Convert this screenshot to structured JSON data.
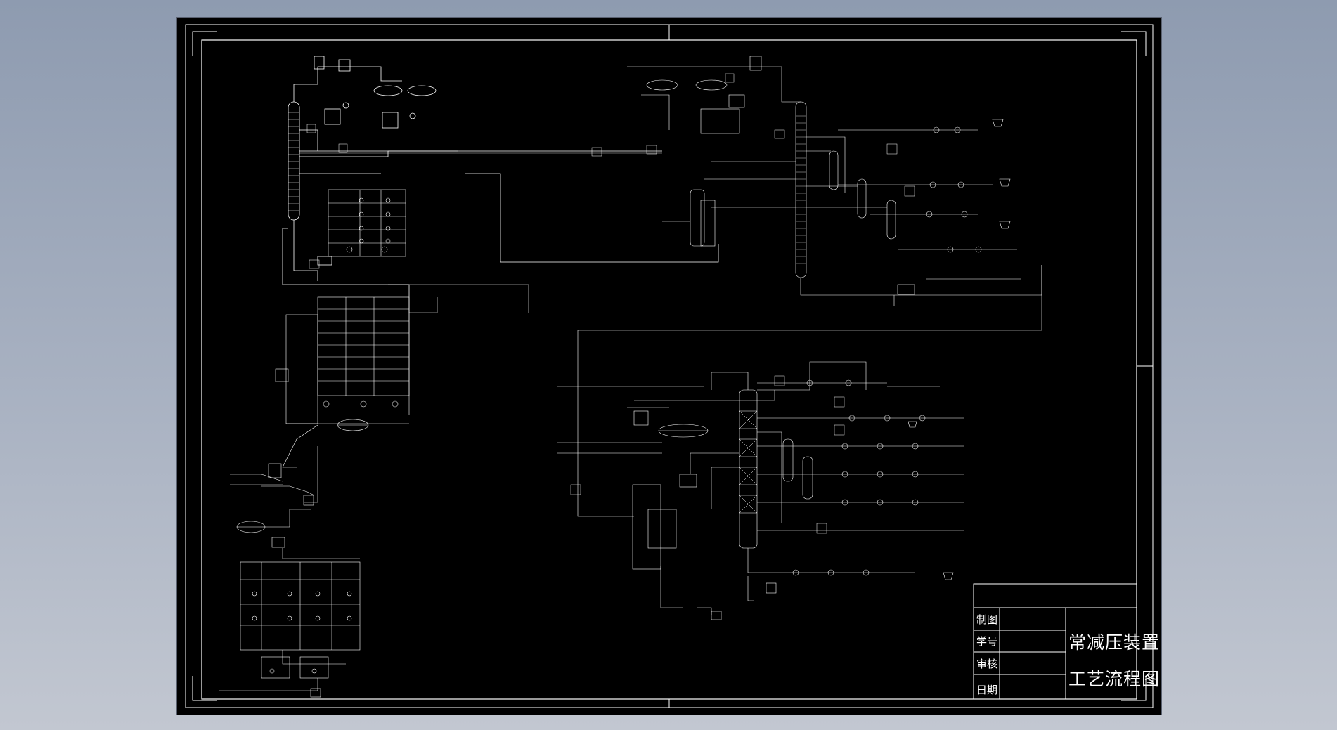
{
  "title_block": {
    "rows": [
      "制图",
      "学号",
      "审核",
      "日期"
    ],
    "title_line1": "常减压装置",
    "title_line2": "工艺流程图"
  },
  "colors": {
    "background": "#000000",
    "lines": "#ffffff",
    "desktop": "#9aa4b6"
  }
}
